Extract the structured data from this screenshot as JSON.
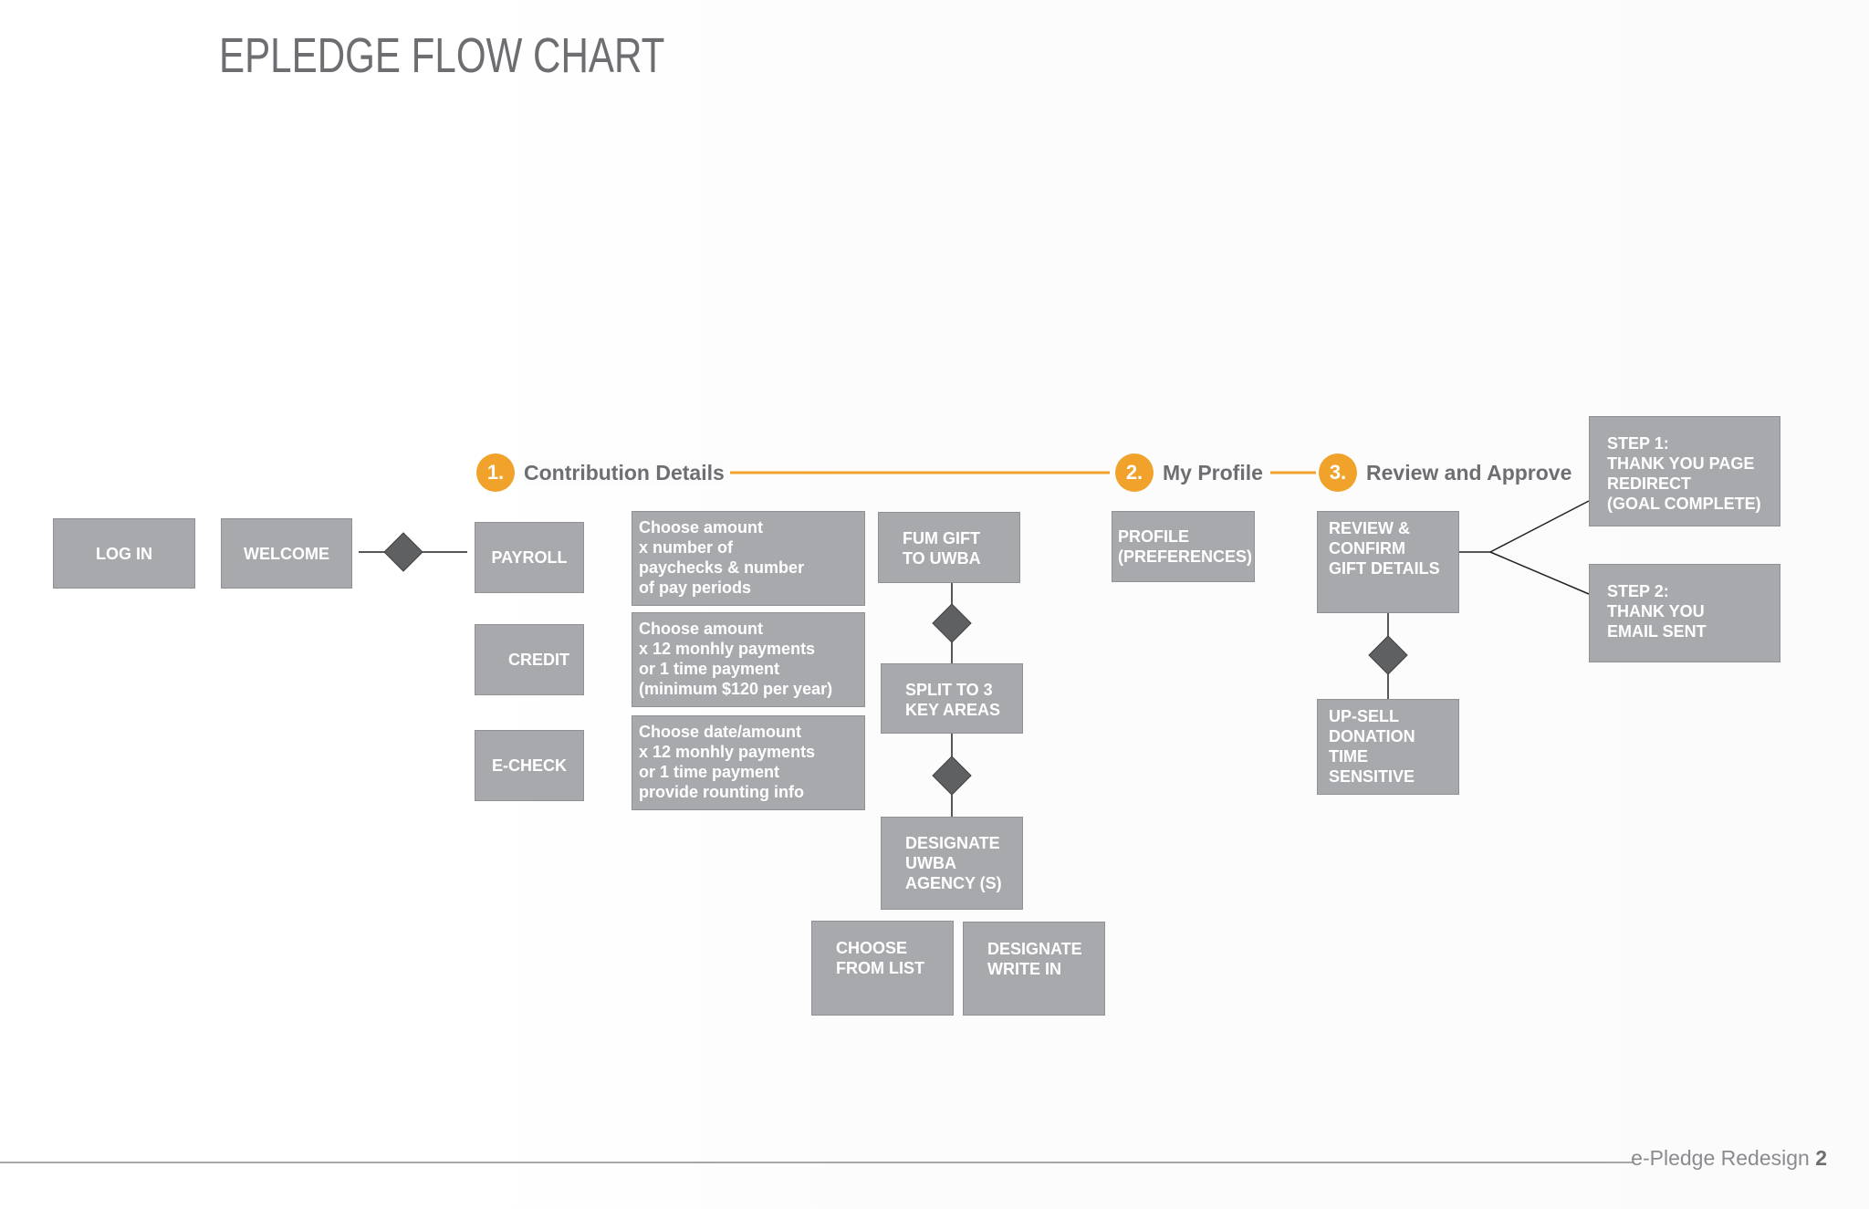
{
  "title": "EPLEDGE FLOW CHART",
  "colors": {
    "box_fill": "#a7a9ac",
    "diamond_fill": "#5f6062",
    "accent": "#f0a22b",
    "text_gray": "#6d6e71"
  },
  "steps": [
    {
      "num": "1.",
      "label": "Contribution Details"
    },
    {
      "num": "2.",
      "label": "My Profile"
    },
    {
      "num": "3.",
      "label": "Review and Approve"
    }
  ],
  "boxes": {
    "login": "LOG IN",
    "welcome": "WELCOME",
    "payroll": "PAYROLL",
    "credit": "CREDIT",
    "echeck": "E-CHECK",
    "payroll_desc": "Choose amount\nx number of\npaychecks & number\nof pay periods",
    "credit_desc": "Choose amount\nx 12 monhly payments\nor 1 time payment\n(minimum $120 per year)",
    "echeck_desc": "Choose date/amount\nx 12 monhly payments\nor 1 time payment\nprovide rounting info",
    "fum_gift": "FUM GIFT\nTO UWBA",
    "split": "SPLIT TO 3\nKEY AREAS",
    "designate_agency": "DESIGNATE\nUWBA\nAGENCY (S)",
    "choose_list": "CHOOSE\nFROM LIST",
    "designate_write": "DESIGNATE\nWRITE IN",
    "profile": "PROFILE\n(PREFERENCES)",
    "review": "REVIEW  &\nCONFIRM\nGIFT DETAILS",
    "upsell": "UP-SELL\nDONATION\nTIME\nSENSITIVE",
    "step1_thanks": "STEP 1:\nTHANK YOU PAGE\nREDIRECT\n(GOAL COMPLETE)",
    "step2_email": "STEP 2:\nTHANK YOU\nEMAIL SENT"
  },
  "footer": {
    "label": "e-Pledge Redesign",
    "page": "2"
  }
}
